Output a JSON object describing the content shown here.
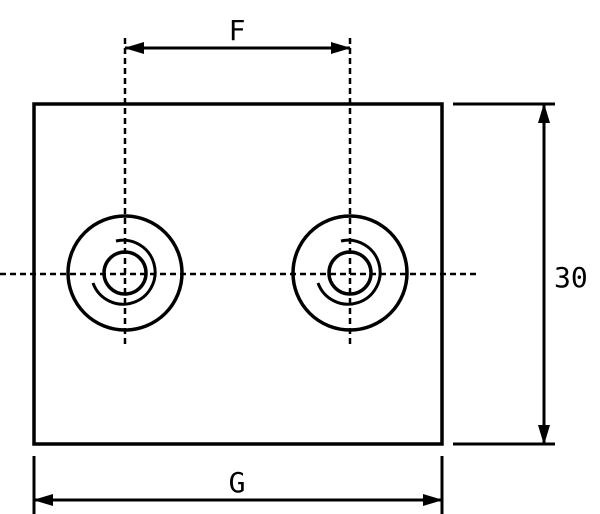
{
  "labels": {
    "top_dimension": "F",
    "bottom_dimension": "G",
    "right_dimension": "30"
  },
  "colors": {
    "line": "#000000",
    "background": "#ffffff"
  }
}
